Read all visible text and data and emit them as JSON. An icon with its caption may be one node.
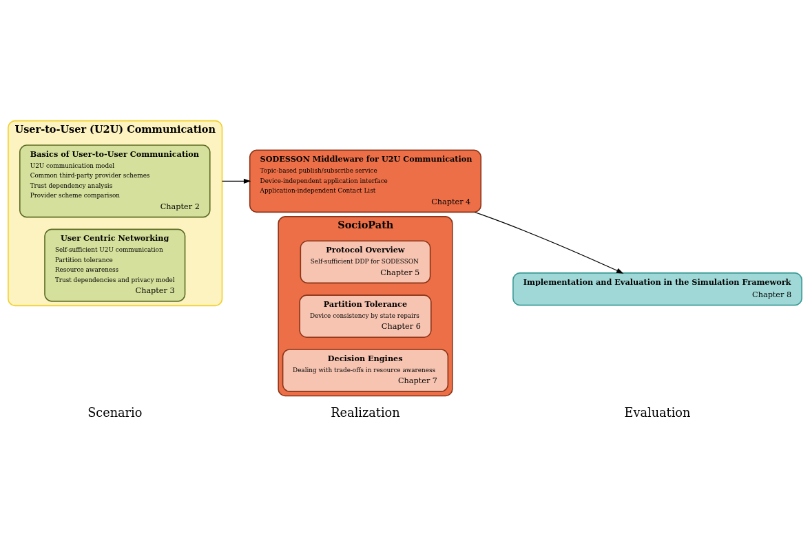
{
  "diagram": {
    "nodes": [
      {
        "text": [
          "User-to-User (U2U) Communication"
        ]
      },
      {
        "text": [
          "Basics of User-to-User Communication",
          "U2U communication model",
          "Common third-party provider schemes",
          "Trust dependency analysis",
          "Provider scheme comparison",
          "Chapter 2"
        ],
        "in": 0
      },
      {
        "text": [
          "User Centric Networking",
          "Self-sufficient U2U communication",
          "Partition tolerance",
          "Resource awareness",
          "Trust dependencies and privacy model",
          "Chapter 3"
        ],
        "in": 0
      },
      {
        "text": [
          "SODESSON Middleware for U2U Communication",
          "Topic-based publish/subscribe service",
          "Device-independent application interface",
          "Application-independent Contact List",
          "Chapter 4"
        ]
      },
      {
        "text": [
          "SocioPath"
        ]
      },
      {
        "text": [
          "Protocol Overview",
          "Self-sufficient DDP for SODESSON",
          "Chapter 5"
        ],
        "in": 4
      },
      {
        "text": [
          "Partition Tolerance",
          "Device consistency by state repairs",
          "Chapter 6"
        ],
        "in": 4
      },
      {
        "text": [
          "Decision Engines",
          "Dealing with trade-offs in resource awareness",
          "Chapter 7"
        ],
        "in": 4
      },
      {
        "text": [
          "Implementation and Evaluation in the Simulation Framework",
          "Chapter 8"
        ]
      }
    ],
    "edges": [
      {
        "from": 0,
        "to": 3,
        "arrow": "to"
      },
      {
        "from": 3,
        "to": 8,
        "arrow": "to"
      }
    ],
    "labels": [
      "Scenario",
      "Realization",
      "Evaluation"
    ]
  }
}
